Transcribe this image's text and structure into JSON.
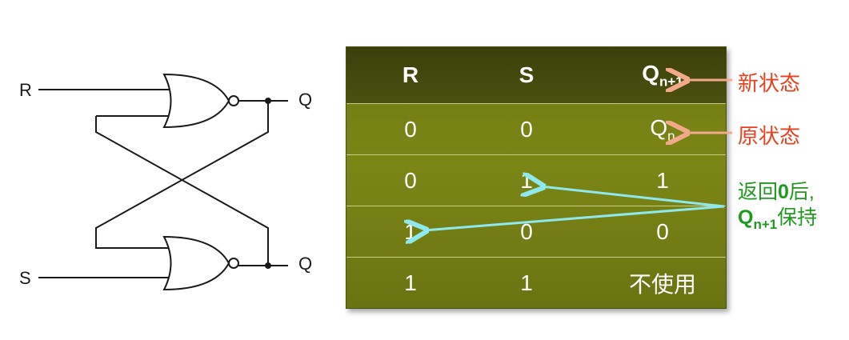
{
  "circuit": {
    "input_r": "R",
    "input_s": "S",
    "output_top": "Q",
    "output_bottom": "Q"
  },
  "table": {
    "header": {
      "r": "R",
      "s": "S",
      "q_base": "Q",
      "q_sub": "n+1"
    },
    "rows": [
      {
        "r": "0",
        "s": "0",
        "q": "Q",
        "q_sub": "n"
      },
      {
        "r": "0",
        "s": "1",
        "q": "1"
      },
      {
        "r": "1",
        "s": "0",
        "q": "0"
      },
      {
        "r": "1",
        "s": "1",
        "q": "不使用"
      }
    ]
  },
  "annotations": {
    "new_state": "新状态",
    "old_state": "原状态",
    "return_line1_pre": "返回",
    "return_line1_bold": "0",
    "return_line1_post": "后,",
    "return_line2_q": "Q",
    "return_line2_sub": "n+1",
    "return_line2_post": "保持"
  },
  "colors": {
    "table_header": "#3b3f0b",
    "table_body": "#7c8616",
    "annotation_red": "#e8401c",
    "annotation_green": "#1f9a1f",
    "arrow_salmon": "#f2a98a",
    "arrow_cyan": "#8fe8ec"
  }
}
